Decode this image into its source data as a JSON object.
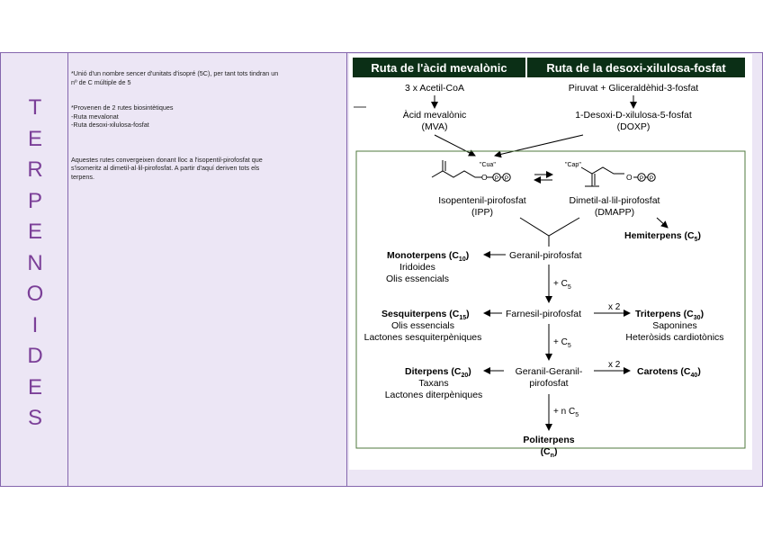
{
  "title_letters": [
    "T",
    "E",
    "R",
    "P",
    "E",
    "N",
    "O",
    "I",
    "D",
    "E",
    "S"
  ],
  "notes": {
    "p1_line1": "*Unió d'un nombre sencer d'unitats d'isopré (5C), per tant tots tindran un",
    "p1_line2": "nº de C múltiple de 5",
    "p2_line1": "*Provenen de 2 rutes biosintètiques",
    "p2_line2": "-Ruta mevalonat",
    "p2_line3": "-Ruta desoxi-xilulosa-fosfat",
    "p3_line1": "Aquestes rutes convergeixen donant lloc a l'isopentil-pirofosfat que",
    "p3_line2": "s'isomeritz al dimetil-al·lil-pirofosfat. A partir d'aquí deriven tots els",
    "p3_line3": "terpens."
  },
  "diagram": {
    "header_left": "Ruta de l'àcid mevalònic",
    "header_right": "Ruta de la desoxi-xilulosa-fosfat",
    "acetil": "3 x Acetil-CoA",
    "piruvat": "Piruvat + Gliceraldèhid-3-fosfat",
    "mva_name": "Àcid mevalònic",
    "mva_abbr": "(MVA)",
    "doxp_name": "1-Desoxi-D-xilulosa-5-fosfat",
    "doxp_abbr": "(DOXP)",
    "cua": "\"Cua\"",
    "cap": "\"Cap\"",
    "ipp_name": "Isopentenil-pirofosfat",
    "ipp_abbr": "(IPP)",
    "dmapp_name": "Dimetil-al·lil-pirofosfat",
    "dmapp_abbr": "(DMAPP)",
    "o_label": "O",
    "p_label": "P",
    "hemiterpens": "Hemiterpens (C",
    "hemi_sub": "5",
    "monoterpens": "Monoterpens (C",
    "mono_sub": "10",
    "iridoides": "Iridoides",
    "olis1": "Olis essencials",
    "geranil": "Geranil-pirofosfat",
    "plus_c": "+ C",
    "c_sub": "5",
    "sesquiterpens": "Sesquiterpens (C",
    "sesqui_sub": "15",
    "olis2": "Olis essencials",
    "lactones_sesqui": "Lactones sesquiterpèniques",
    "farnesil": "Farnesil-pirofosfat",
    "x2": "x 2",
    "triterpens": "Triterpens (C",
    "tri_sub": "30",
    "saponines": "Saponines",
    "heterosids": "Heteròsids cardiotònics",
    "diterpens": "Diterpens (C",
    "di_sub": "20",
    "taxans": "Taxans",
    "lactones_di": "Lactones diterpèniques",
    "geranil_geranil1": "Geranil-Geranil-",
    "geranil_geranil2": "pirofosfat",
    "carotens": "Carotens (C",
    "caro_sub": "40",
    "plus_nc": "+ n C",
    "politerpens": "Politerpens",
    "poli_sub": "n",
    "paren_close": ")",
    "paren_open": "(C"
  },
  "colors": {
    "title_purple": "#7b3f98",
    "cell_bg": "#ece6f5",
    "border": "#8466ad",
    "header_bg": "#0b2f16",
    "box_border": "#4f7a3e"
  }
}
